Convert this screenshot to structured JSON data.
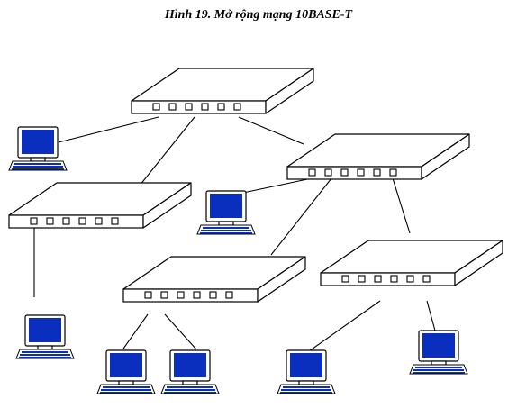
{
  "figure": {
    "caption": "Hình 19. Mở rộng mạng 10BASE-T"
  },
  "nodes": {
    "hubs": [
      "hub",
      "hub",
      "hub",
      "hub",
      "hub"
    ],
    "computers": [
      "computer",
      "computer",
      "computer",
      "computer",
      "computer",
      "computer",
      "computer"
    ]
  },
  "colors": {
    "screen": "#0a2fbf",
    "line": "#000000",
    "background": "#ffffff"
  }
}
